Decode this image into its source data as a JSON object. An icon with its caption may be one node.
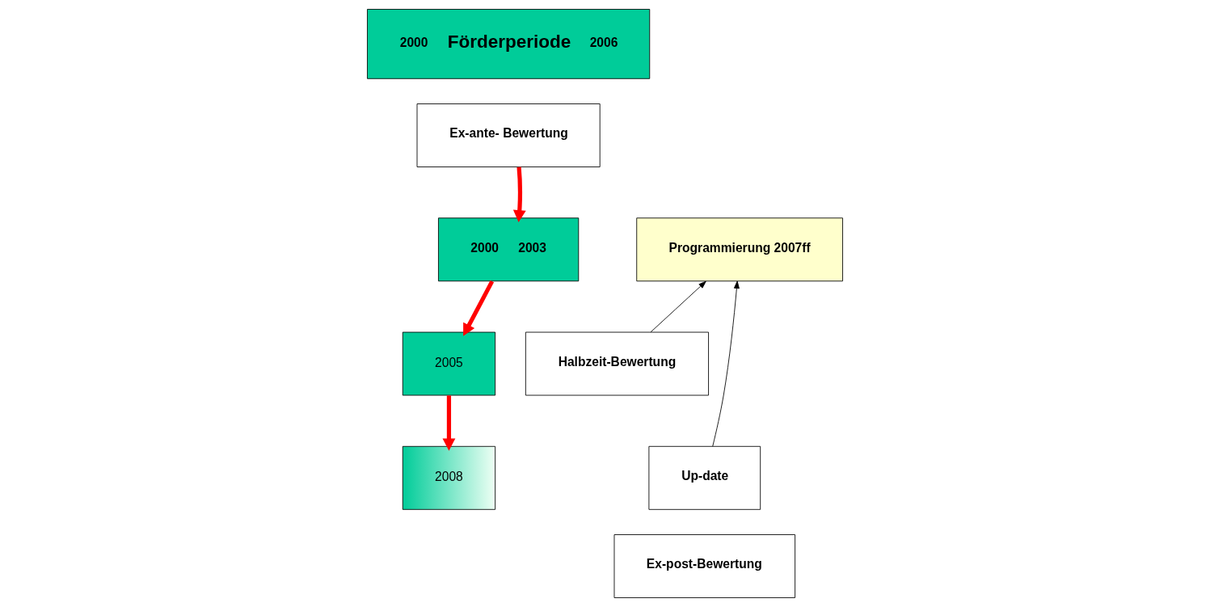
{
  "diagram": {
    "nodes": [
      {
        "text": [
          "2000",
          "Förderperiode",
          "2006"
        ]
      },
      {
        "text": [
          "Ex-ante- Bewertung"
        ]
      },
      {
        "text": [
          "2000",
          "2003"
        ]
      },
      {
        "text": [
          "Halbzeit-Bewertung"
        ]
      },
      {
        "text": [
          "Programmierung 2007ff"
        ]
      },
      {
        "text": [
          "2005"
        ]
      },
      {
        "text": [
          "Up-date"
        ]
      },
      {
        "text": [
          "2008"
        ]
      },
      {
        "text": [
          "Ex-post-Bewertung"
        ]
      }
    ],
    "edges": [
      {
        "from": 1,
        "to": 2,
        "arrow": "to"
      },
      {
        "from": 2,
        "to": 5,
        "arrow": "to"
      },
      {
        "from": 5,
        "to": 7,
        "arrow": "to"
      },
      {
        "from": 3,
        "to": 4,
        "arrow": "to",
        "color": "#000000"
      },
      {
        "from": 6,
        "to": 4,
        "arrow": "to",
        "color": "#000000"
      }
    ]
  }
}
